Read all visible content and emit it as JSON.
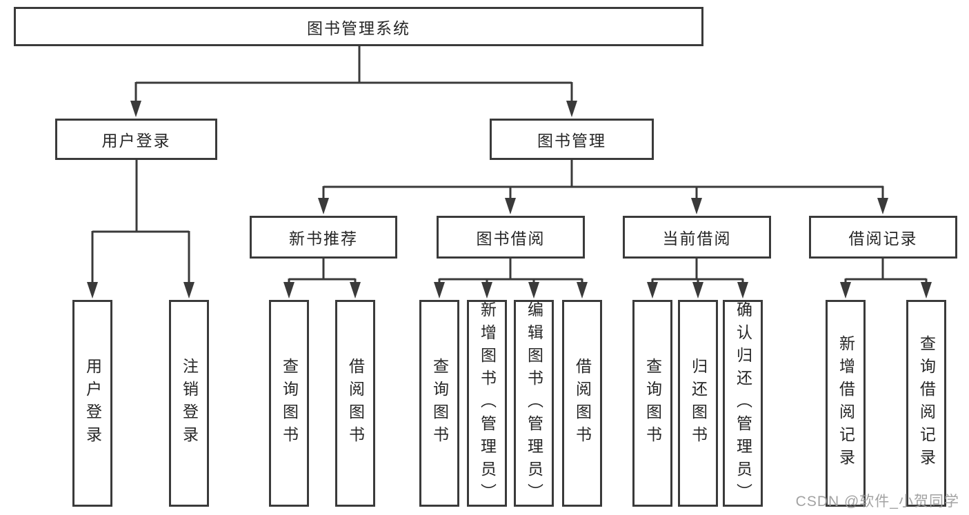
{
  "tree": {
    "root": {
      "label": "图书管理系统",
      "children": [
        {
          "label": "用户登录",
          "children": [
            {
              "label": "用户登录"
            },
            {
              "label": "注销登录"
            }
          ]
        },
        {
          "label": "图书管理",
          "children": [
            {
              "label": "新书推荐",
              "children": [
                {
                  "label": "查询图书"
                },
                {
                  "label": "借阅图书"
                }
              ]
            },
            {
              "label": "图书借阅",
              "children": [
                {
                  "label": "查询图书"
                },
                {
                  "label": "新增图书（管理员）"
                },
                {
                  "label": "编辑图书（管理员）"
                },
                {
                  "label": "借阅图书"
                }
              ]
            },
            {
              "label": "当前借阅",
              "children": [
                {
                  "label": "查询图书"
                },
                {
                  "label": "归还图书"
                },
                {
                  "label": "确认归还（管理员）"
                }
              ]
            },
            {
              "label": "借阅记录",
              "children": [
                {
                  "label": "新增借阅记录"
                },
                {
                  "label": "查询借阅记录"
                }
              ]
            }
          ]
        }
      ]
    }
  },
  "watermark": {
    "text": "CSDN @软件_小贺同学"
  },
  "colors": {
    "line": "#3a3a3a",
    "box_border": "#3a3a3a",
    "text": "#262626",
    "watermark": "#9b9b9b",
    "background": "#ffffff"
  }
}
